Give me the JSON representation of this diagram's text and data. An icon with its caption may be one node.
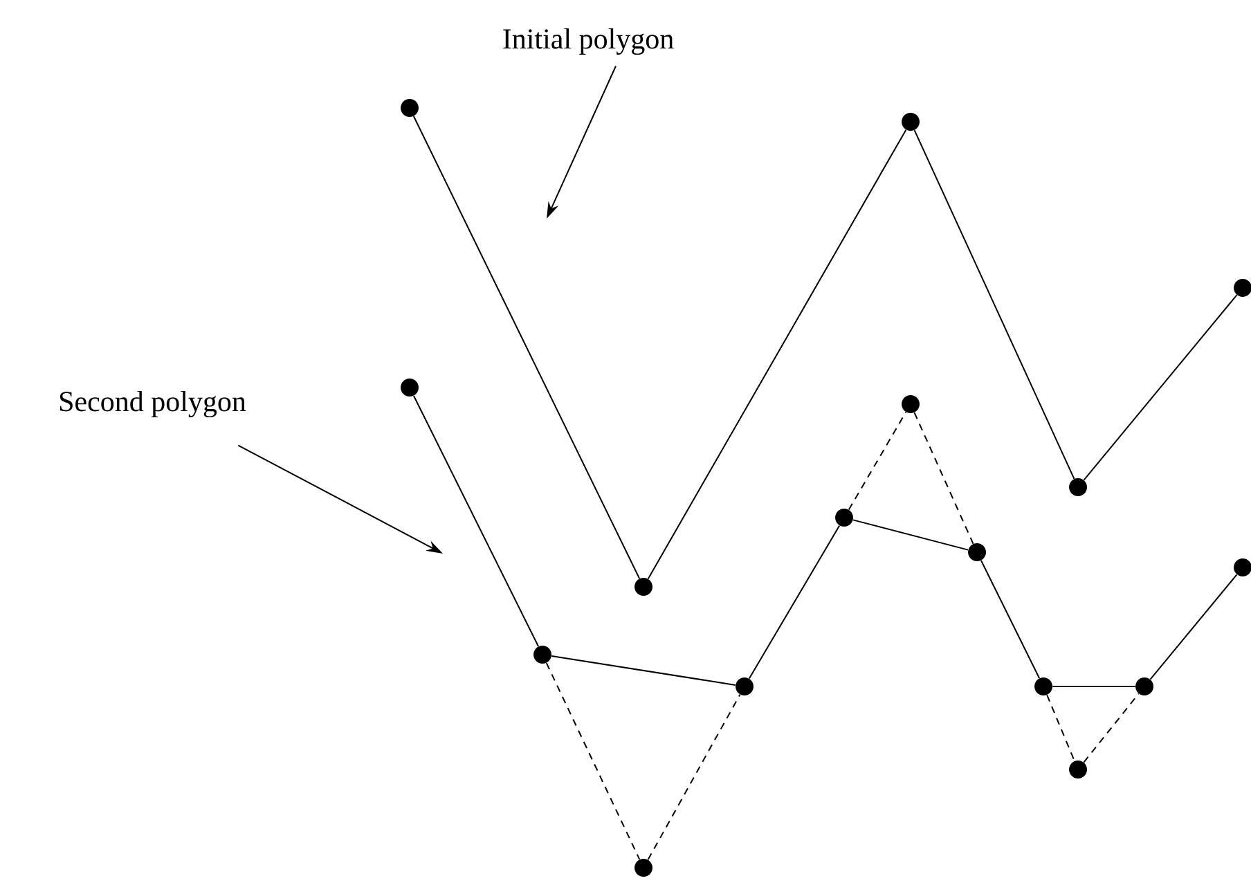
{
  "diagram": {
    "nodes": [
      {
        "text": [
          "Initial polygon"
        ]
      },
      {
        "text": [
          "Second polygon"
        ]
      },
      {
        "text": [],
        "shape": "circle"
      },
      {
        "text": [],
        "shape": "circle"
      },
      {
        "text": [],
        "shape": "circle"
      },
      {
        "text": [],
        "shape": "circle"
      },
      {
        "text": [],
        "shape": "circle"
      },
      {
        "text": [],
        "shape": "circle"
      },
      {
        "text": [],
        "shape": "circle"
      },
      {
        "text": [],
        "shape": "circle"
      },
      {
        "text": [],
        "shape": "circle"
      },
      {
        "text": [],
        "shape": "circle"
      },
      {
        "text": [],
        "shape": "circle"
      },
      {
        "text": [],
        "shape": "circle"
      },
      {
        "text": [],
        "shape": "circle"
      },
      {
        "text": [],
        "shape": "circle"
      },
      {
        "text": [],
        "shape": "circle"
      },
      {
        "text": [],
        "shape": "circle"
      }
    ],
    "edges": [
      {
        "from": 0,
        "to": null,
        "arrow": "to"
      },
      {
        "from": 1,
        "to": null,
        "arrow": "to"
      },
      {
        "from": 2,
        "to": 3,
        "arrow": "none"
      },
      {
        "from": 3,
        "to": 4,
        "arrow": "none"
      },
      {
        "from": 4,
        "to": 5,
        "arrow": "none"
      },
      {
        "from": 5,
        "to": 6,
        "arrow": "none"
      },
      {
        "from": 7,
        "to": 8,
        "arrow": "none"
      },
      {
        "from": 8,
        "to": 9,
        "arrow": "none"
      },
      {
        "from": 9,
        "to": 10,
        "arrow": "none"
      },
      {
        "from": 10,
        "to": 11,
        "arrow": "none"
      },
      {
        "from": 11,
        "to": 12,
        "arrow": "none"
      },
      {
        "from": 12,
        "to": 13,
        "arrow": "none"
      },
      {
        "from": 13,
        "to": 14,
        "arrow": "none"
      },
      {
        "from": 8,
        "to": 15,
        "arrow": "none",
        "style": "dashed"
      },
      {
        "from": 15,
        "to": 9,
        "arrow": "none",
        "style": "dashed"
      },
      {
        "from": 10,
        "to": 16,
        "arrow": "none",
        "style": "dashed"
      },
      {
        "from": 16,
        "to": 11,
        "arrow": "none",
        "style": "dashed"
      },
      {
        "from": 12,
        "to": 17,
        "arrow": "none",
        "style": "dashed"
      },
      {
        "from": 17,
        "to": 13,
        "arrow": "none",
        "style": "dashed"
      }
    ]
  }
}
